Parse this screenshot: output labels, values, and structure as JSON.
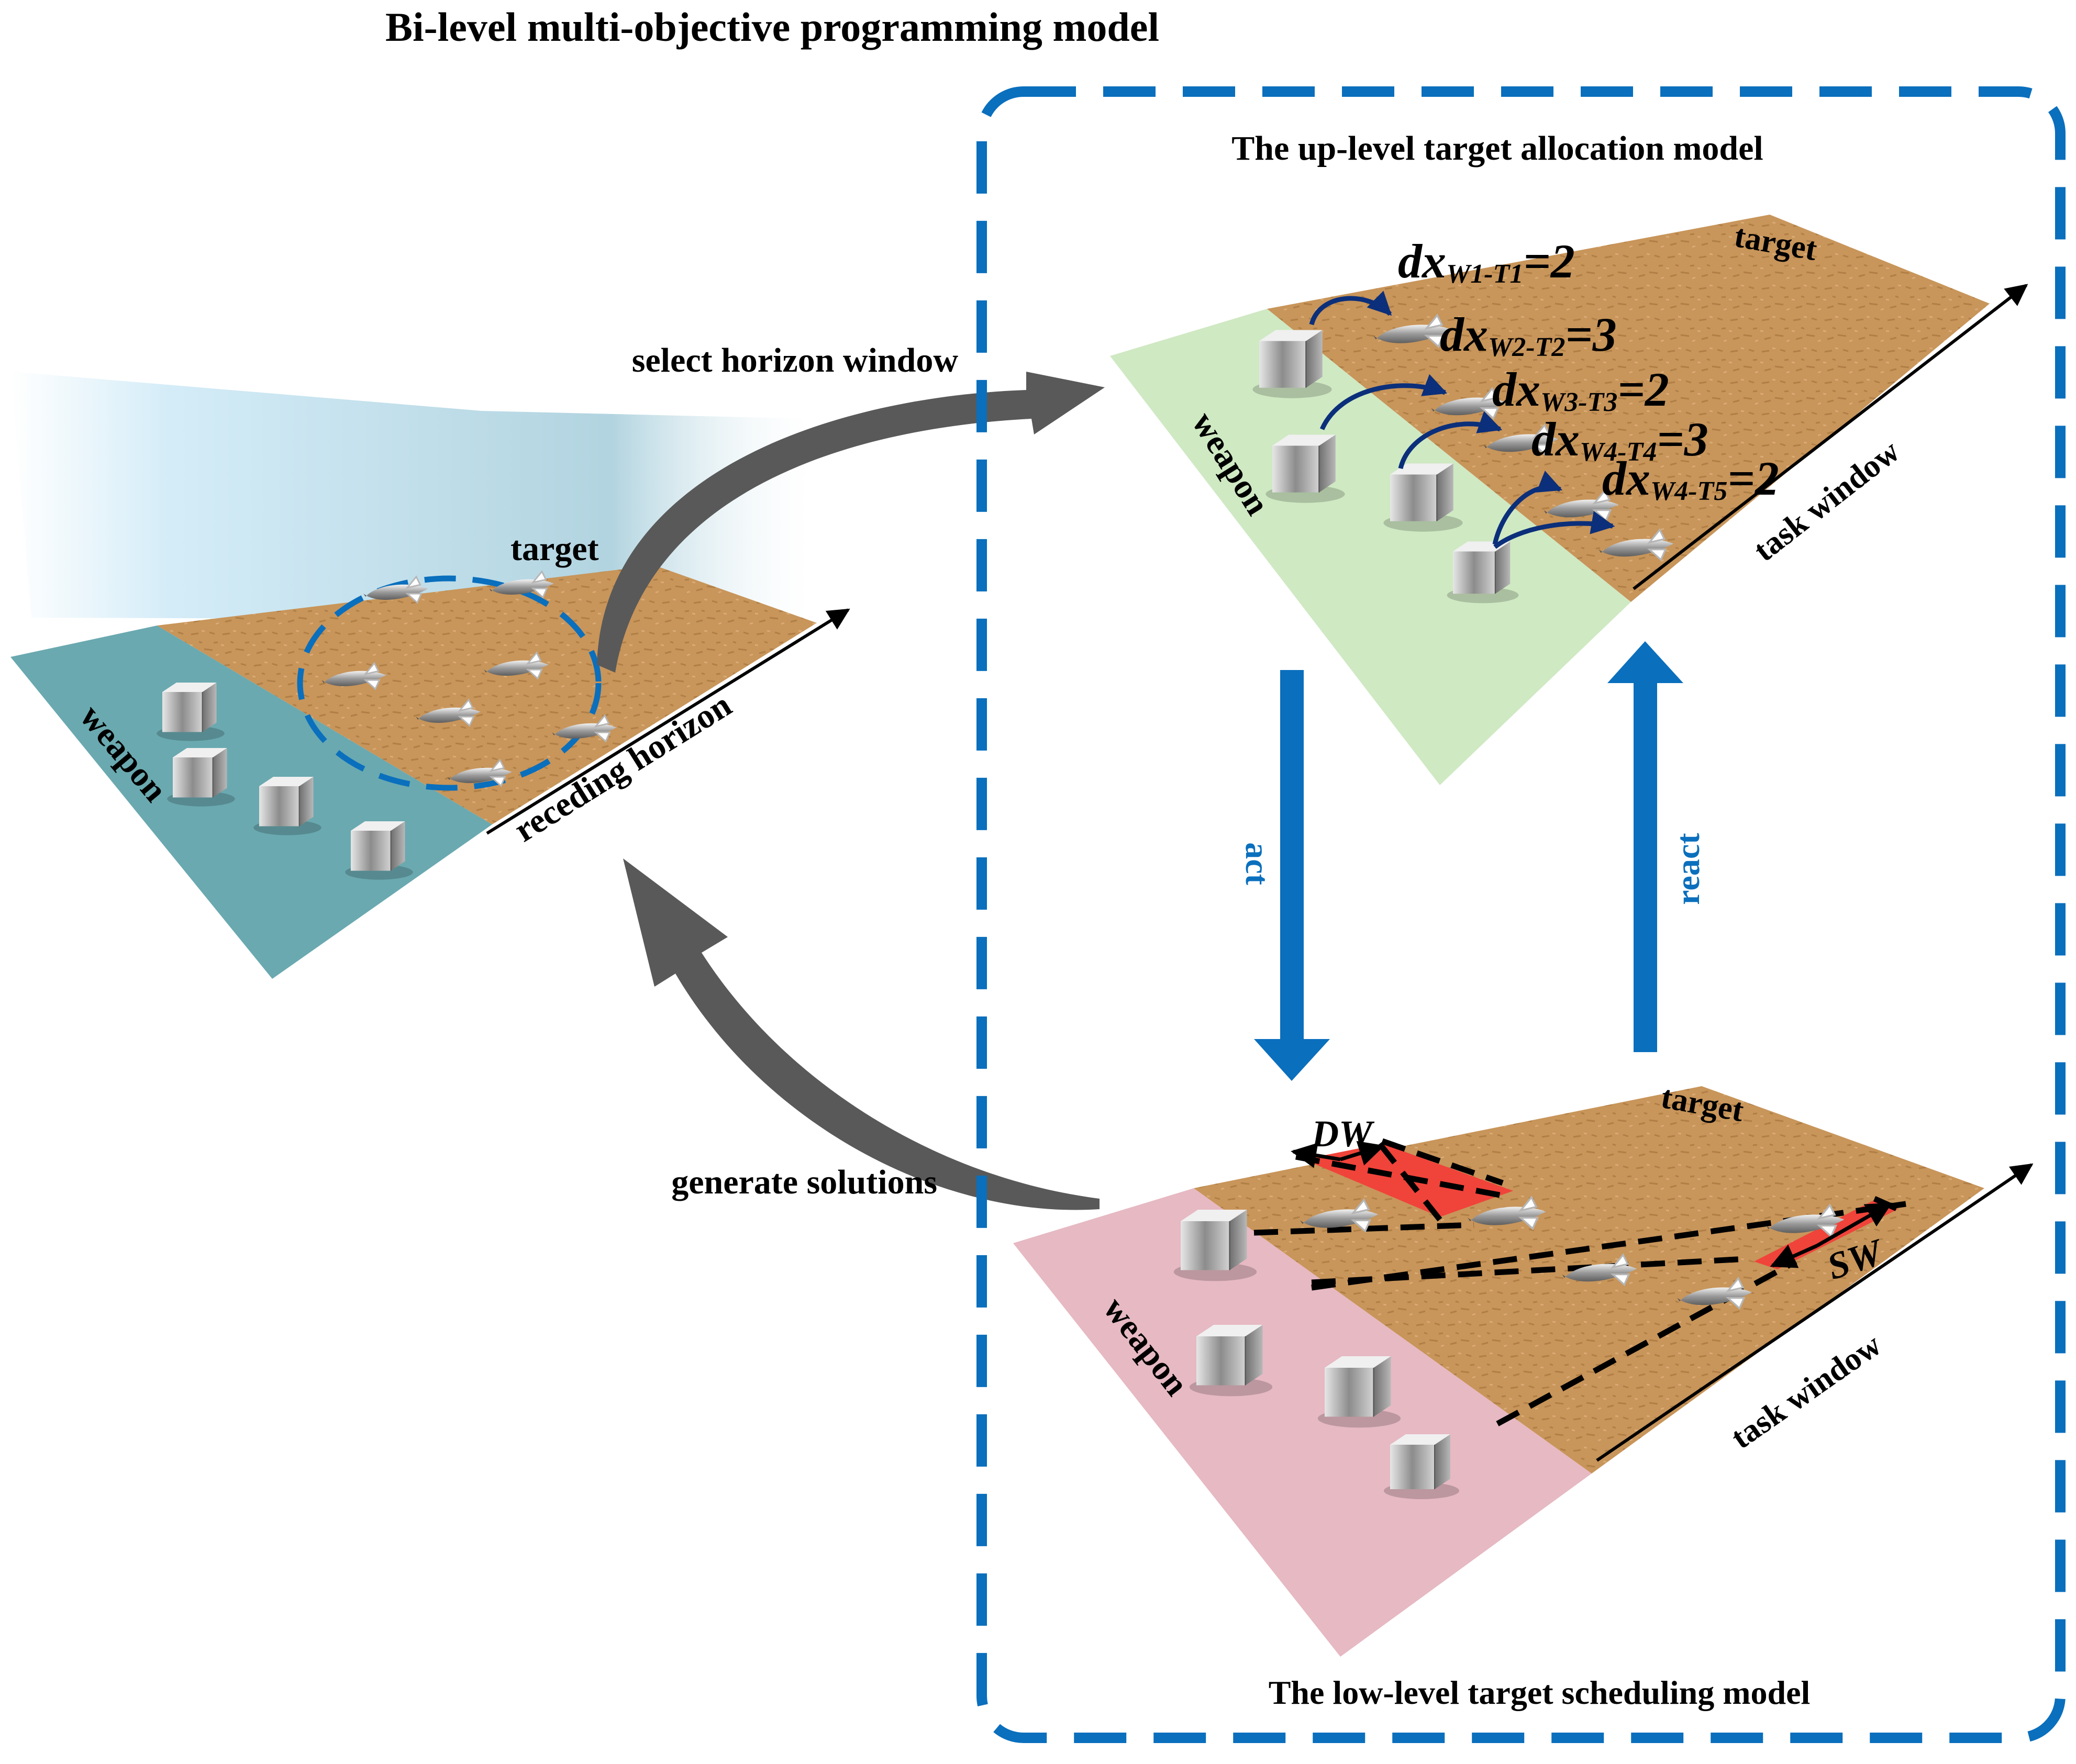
{
  "title": "Bi-level multi-objective programming model",
  "left_panel": {
    "target_label": "target",
    "weapon_label": "weapon",
    "axis_label": "receding horizon"
  },
  "flow": {
    "select_label": "select horizon window",
    "generate_label": "generate solutions",
    "act_label": "act",
    "react_label": "react"
  },
  "upper_panel": {
    "title": "The up-level target allocation model",
    "target_label": "target",
    "weapon_label": "weapon",
    "axis_label": "task window",
    "assignments": [
      {
        "prefix": "dx",
        "sub": "W1-T1",
        "value": "=2"
      },
      {
        "prefix": "dx",
        "sub": "W2-T2",
        "value": "=3"
      },
      {
        "prefix": "dx",
        "sub": "W3-T3",
        "value": "=2"
      },
      {
        "prefix": "dx",
        "sub": "W4-T4",
        "value": "=3"
      },
      {
        "prefix": "dx",
        "sub": "W4-T5",
        "value": "=2"
      }
    ]
  },
  "lower_panel": {
    "title": "The low-level target scheduling model",
    "target_label": "target",
    "weapon_label": "weapon",
    "axis_label": "task window",
    "dw_label": "DW",
    "sw_label": "SW"
  },
  "colors": {
    "field": "#c8955a",
    "blue": "#0a6fbd",
    "grey_arrow": "#595959",
    "weapon_left": "#6aa9b0",
    "weapon_upper": "#cfe9c3",
    "weapon_lower": "#e6b9c3",
    "window_red": "#f0433a"
  }
}
